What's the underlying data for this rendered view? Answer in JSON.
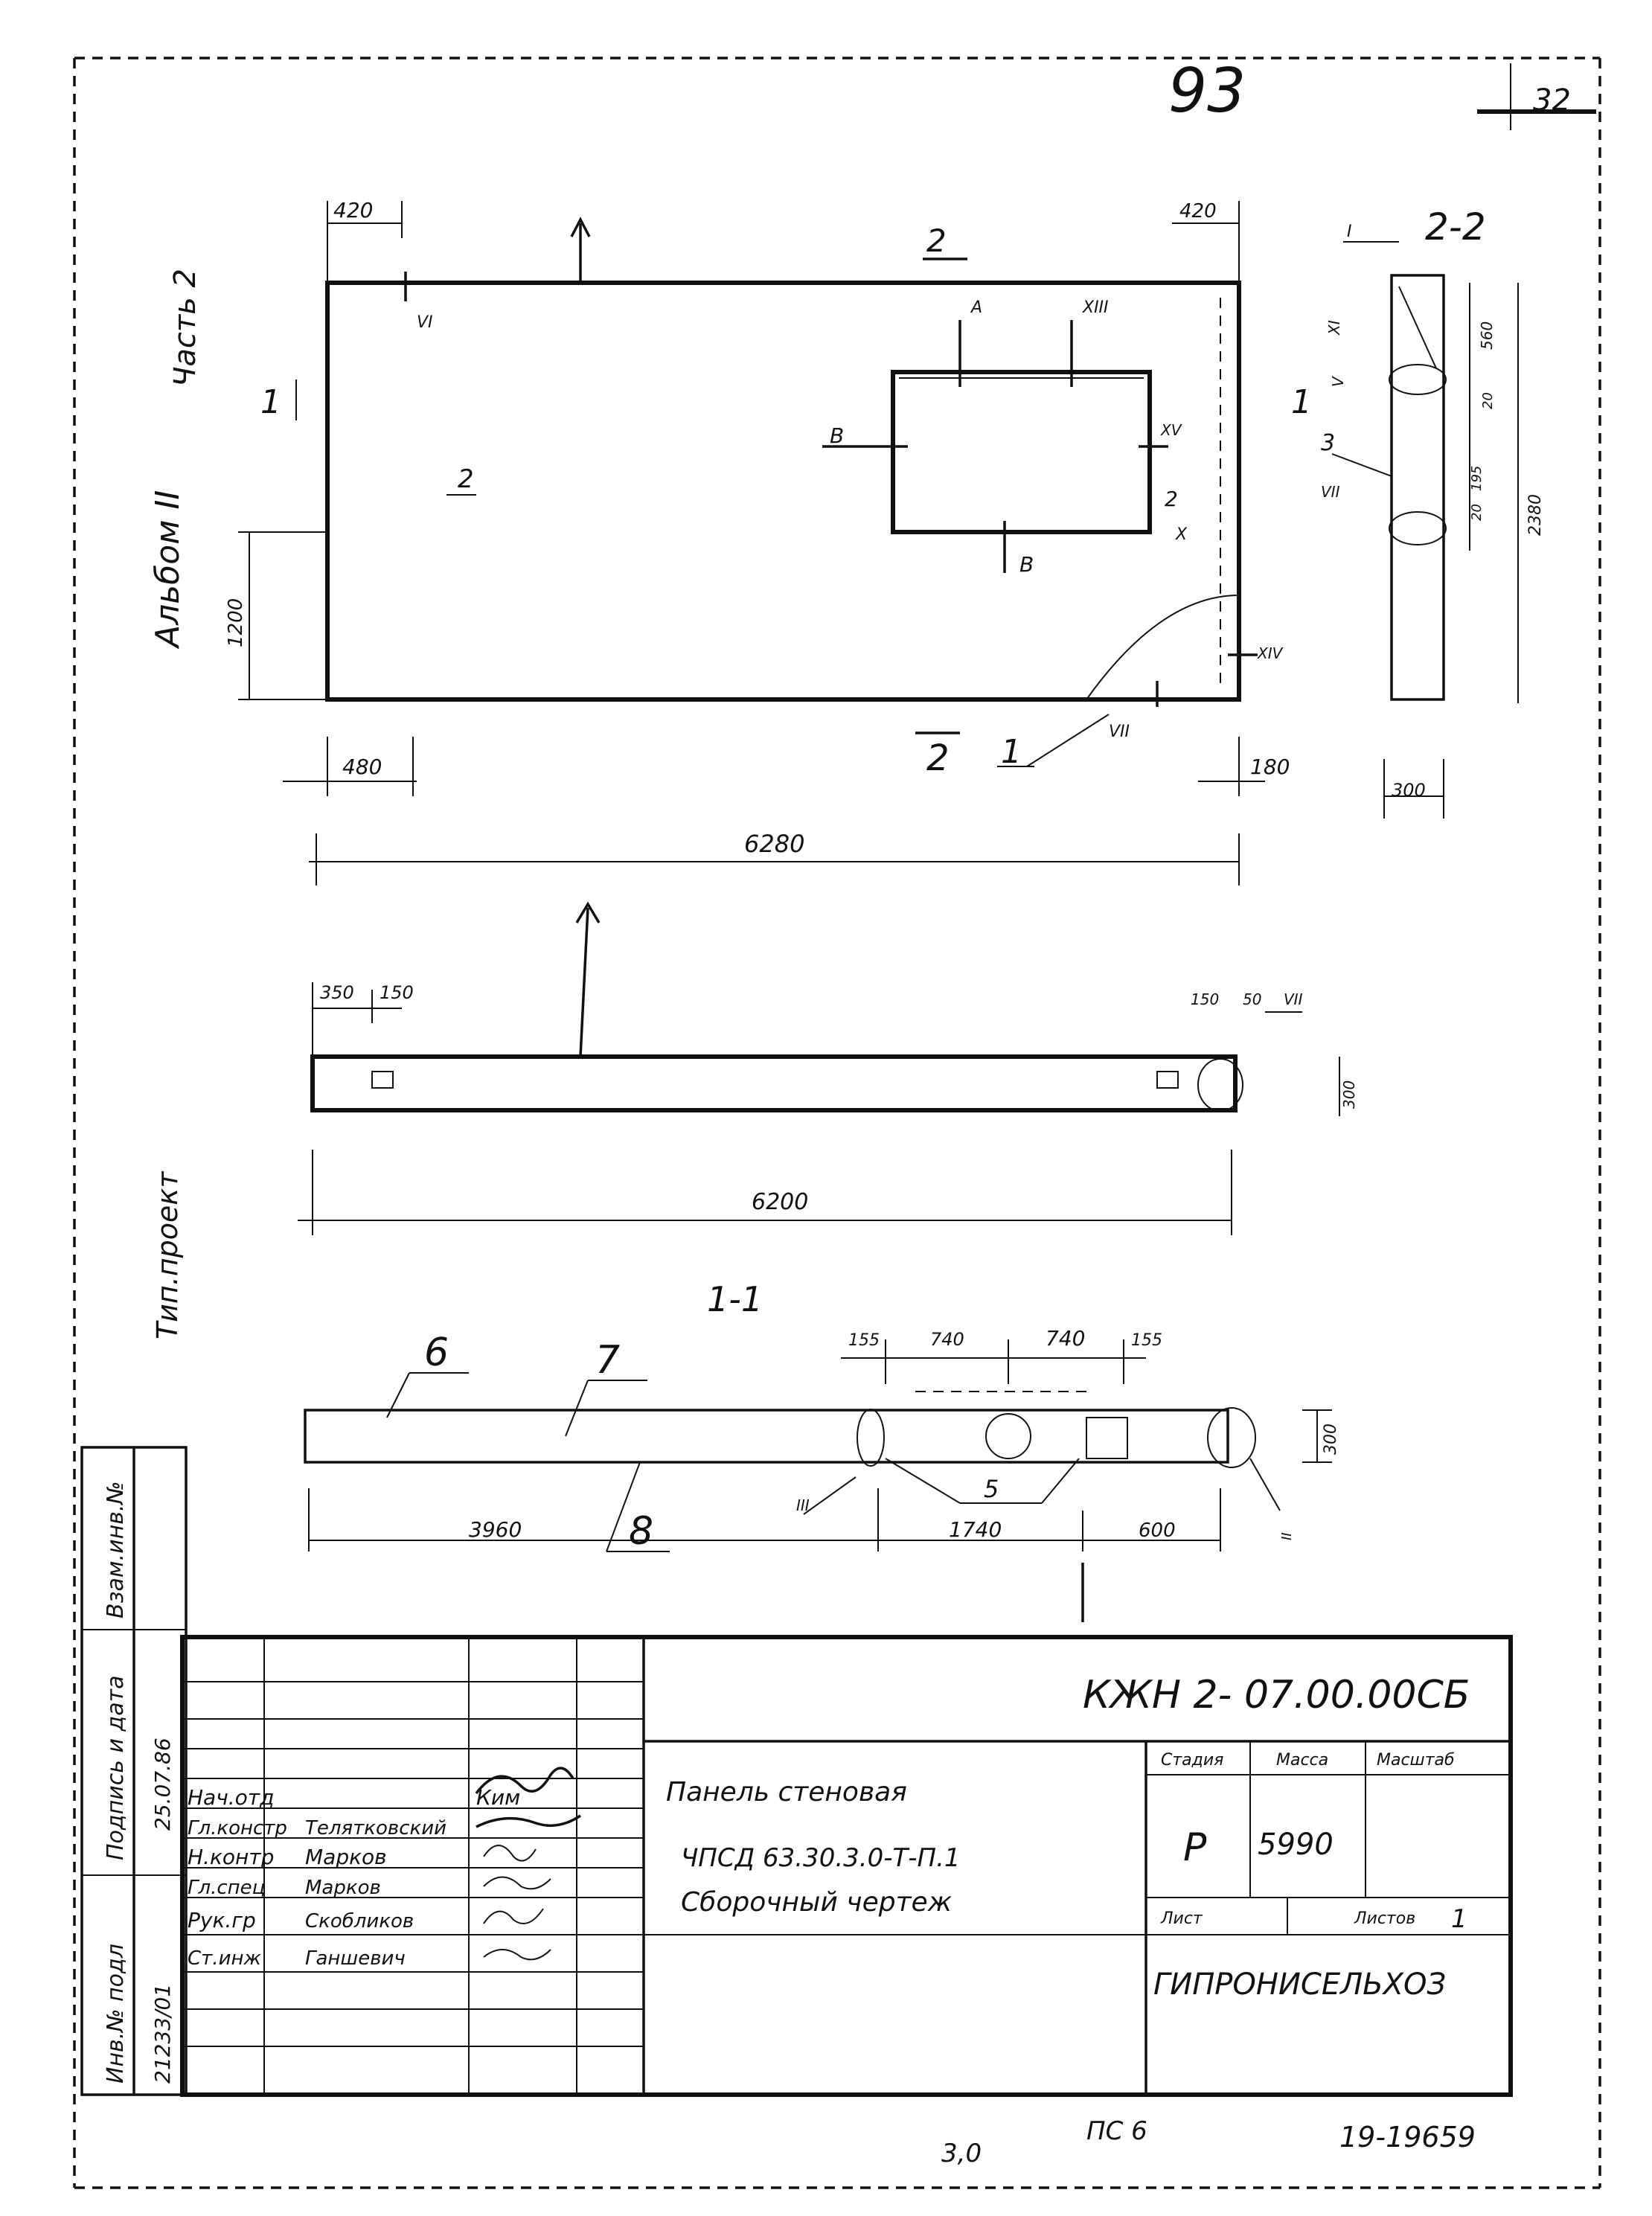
{
  "sheet": {
    "page_number": "93",
    "corner_number": "32",
    "bottom_number": "19-19659",
    "bottom_note_1": "ПС 6",
    "bottom_note_2": "3,0"
  },
  "margin": {
    "album": "Альбом II",
    "part": "Часть 2",
    "project": "Тип.проект",
    "vzam_inv": "Взам.инв.№",
    "podpis_data": "Подпись и дата",
    "inv_podl": "Инв.№ подл",
    "inv_podl_value": "21233/01",
    "date_value": "25.07.86"
  },
  "front_view": {
    "dims": {
      "top_left": "420",
      "top_right": "420",
      "left_height": "1200",
      "bottom_left": "480",
      "bottom_right": "180",
      "total": "6280"
    },
    "section_2_top": "2",
    "section_2_bottom": "2",
    "section_1_left": "1",
    "section_1_right": "1",
    "callouts": {
      "vi": "VI",
      "a": "А",
      "xiii": "XIII",
      "v_b": "В",
      "v_b2": "В",
      "xv": "XV",
      "x": "X",
      "xiv": "XIV",
      "vii": "VII",
      "pos2a": "2",
      "pos2b": "2",
      "pos1": "1"
    }
  },
  "section_2_2": {
    "title": "2-2",
    "mark_i": "I",
    "dims": [
      "560",
      "20",
      "195",
      "20",
      "2380"
    ],
    "callouts": {
      "xi": "XI",
      "v": "V",
      "pos3": "3",
      "vii": "VII"
    },
    "width": "300"
  },
  "plan_view": {
    "dims_top_left": "350",
    "dims_top_left2": "150",
    "dims_top_right": "150",
    "dims_top_right2": "50",
    "callout": "VII",
    "height": "300",
    "total": "6200"
  },
  "section_1_1": {
    "title": "1-1",
    "dims_top": [
      "155",
      "740",
      "740",
      "155"
    ],
    "pos6": "6",
    "pos7": "7",
    "pos8": "8",
    "pos5": "5",
    "height": "300",
    "dims_bottom": [
      "3960",
      "1740",
      "600"
    ],
    "callouts": {
      "iii": "III",
      "ii": "II"
    }
  },
  "title_block": {
    "code": "КЖН 2- 07.00.00СБ",
    "rows": [
      {
        "role": "Нач.отд",
        "name": "Ким"
      },
      {
        "role": "Гл.констр",
        "name": "Телятковский"
      },
      {
        "role": "Н.контр",
        "name": "Марков"
      },
      {
        "role": "Гл.спец",
        "name": "Марков"
      },
      {
        "role": "Рук.гр",
        "name": "Скобликов"
      },
      {
        "role": "Ст.инж",
        "name": "Ганшевич"
      }
    ],
    "title_line1": "Панель стеновая",
    "title_line2": "ЧПСД 63.30.3.0-Т-П.1",
    "title_line3": "Сборочный чертеж",
    "stage_label": "Стадия",
    "mass_label": "Масса",
    "scale_label": "Масштаб",
    "stage_value": "Р",
    "mass_value": "5990",
    "sheet_label": "Лист",
    "sheets_label": "Листов",
    "sheets_value": "1",
    "organization": "ГИПРОНИСЕЛЬХОЗ"
  }
}
